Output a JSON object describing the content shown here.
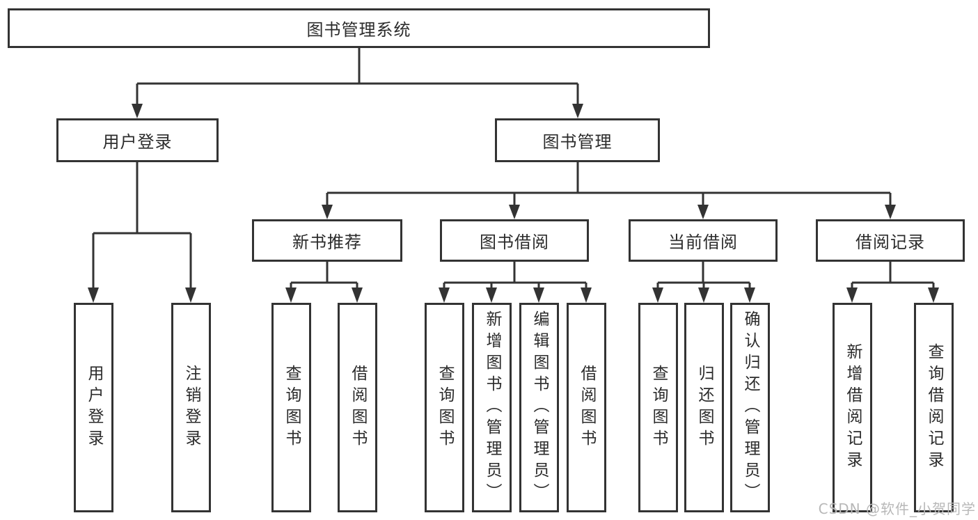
{
  "diagram": {
    "type": "hierarchy-tree",
    "colors": {
      "line": "#333333",
      "box_border": "#333333",
      "text": "#2b2b2b",
      "background": "#ffffff",
      "watermark_text_color": "#b8b8b8"
    },
    "tree": {
      "root": {
        "label": "图书管理系统"
      },
      "branches": [
        {
          "label": "用户登录",
          "children": [
            {
              "label": "用户登录"
            },
            {
              "label": "注销登录"
            }
          ]
        },
        {
          "label": "图书管理",
          "sections": [
            {
              "label": "新书推荐",
              "children": [
                {
                  "label": "查询图书"
                },
                {
                  "label": "借阅图书"
                }
              ]
            },
            {
              "label": "图书借阅",
              "children": [
                {
                  "label": "查询图书"
                },
                {
                  "label": "新增图书（管理员）"
                },
                {
                  "label": "编辑图书（管理员）"
                },
                {
                  "label": "借阅图书"
                }
              ]
            },
            {
              "label": "当前借阅",
              "children": [
                {
                  "label": "查询图书"
                },
                {
                  "label": "归还图书"
                },
                {
                  "label": "确认归还（管理员）"
                }
              ]
            },
            {
              "label": "借阅记录",
              "children": [
                {
                  "label": "新增借阅记录"
                },
                {
                  "label": "查询借阅记录"
                }
              ]
            }
          ]
        }
      ]
    },
    "watermark": {
      "text": "CSDN @软件_小贺同学"
    }
  }
}
